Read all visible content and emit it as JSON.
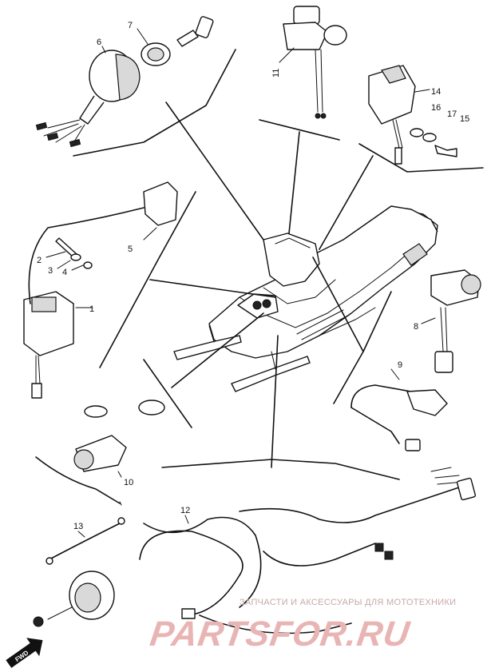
{
  "callouts": {
    "c1": "1",
    "c2": "2",
    "c3": "3",
    "c4": "4",
    "c5": "5",
    "c6": "6",
    "c7": "7",
    "c8": "8",
    "c9": "9",
    "c10": "10",
    "c11": "11",
    "c12": "12",
    "c13": "13",
    "c14": "14",
    "c15": "15",
    "c16": "16",
    "c17": "17"
  },
  "fwd_label": "FWD",
  "watermark": {
    "tagline": "ЗАПЧАСТИ И АКСЕССУАРЫ ДЛЯ МОТОТЕХНИКИ",
    "brand": "PARTSFOR.RU",
    "color": "#e8b4b4"
  },
  "line_color": "#111111",
  "background": "#ffffff"
}
